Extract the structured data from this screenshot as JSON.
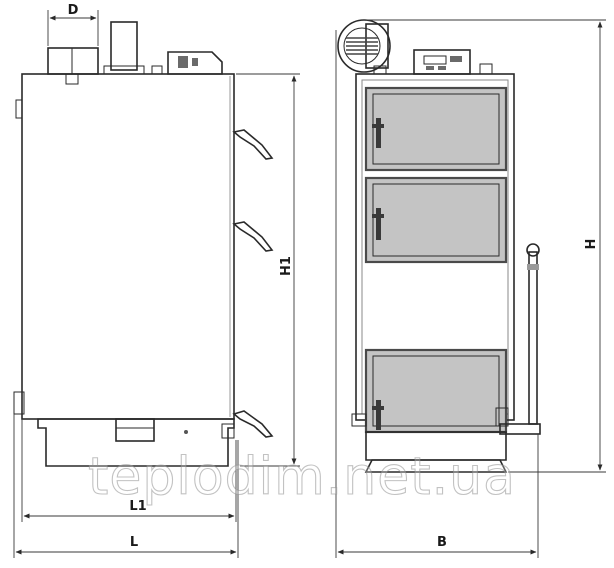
{
  "dimensions": {
    "d_label": "D",
    "h1_label": "H1",
    "h_label": "H",
    "l1_label": "L1",
    "l_label": "L",
    "b_label": "B"
  },
  "watermark": {
    "text": "teplodim.net.ua"
  },
  "colors": {
    "body_fill": "#c9c9c9",
    "body_shadow": "#a9a9a9",
    "outline": "#2a2a2a",
    "door_frame": "#4a4a4a"
  }
}
